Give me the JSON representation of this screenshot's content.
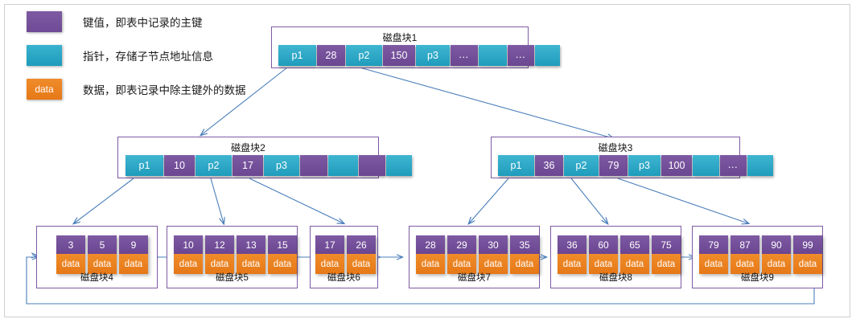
{
  "legend": {
    "items": [
      {
        "swatch": "key-color-swatch",
        "swatch_text": "",
        "color": "#7e5aa3",
        "label": "键值，即表中记录的主键"
      },
      {
        "swatch": "pointer-color-swatch",
        "swatch_text": "",
        "color": "#29abc8",
        "label": "指针，存储子节点地址信息"
      },
      {
        "swatch": "data-color-swatch",
        "swatch_text": "data",
        "color": "#ed8022",
        "label": "数据，即表记录中除主键外的数据"
      }
    ]
  },
  "colors": {
    "key": "#7e5aa3",
    "pointer": "#29abc8",
    "data": "#ed8022",
    "node_border": "#7e5aa3",
    "arrow": "#4a7ebb",
    "frame": "#d0d0d0"
  },
  "tree": {
    "root": {
      "title": "磁盘块1",
      "cells": [
        {
          "type": "ptr",
          "text": "p1"
        },
        {
          "type": "key",
          "text": "28"
        },
        {
          "type": "ptr",
          "text": "p2"
        },
        {
          "type": "key",
          "text": "150"
        },
        {
          "type": "ptr",
          "text": "p3"
        },
        {
          "type": "key",
          "text": "…"
        },
        {
          "type": "ptr",
          "text": ""
        },
        {
          "type": "key",
          "text": "…"
        },
        {
          "type": "ptr",
          "text": ""
        }
      ]
    },
    "internal": [
      {
        "title": "磁盘块2",
        "cells": [
          {
            "type": "ptr",
            "text": "p1"
          },
          {
            "type": "key",
            "text": "10"
          },
          {
            "type": "ptr",
            "text": "p2"
          },
          {
            "type": "key",
            "text": "17"
          },
          {
            "type": "ptr",
            "text": "p3"
          },
          {
            "type": "key",
            "text": ""
          },
          {
            "type": "ptr",
            "text": ""
          },
          {
            "type": "key",
            "text": ""
          },
          {
            "type": "ptr",
            "text": ""
          }
        ]
      },
      {
        "title": "磁盘块3",
        "cells": [
          {
            "type": "ptr",
            "text": "p1"
          },
          {
            "type": "key",
            "text": "36"
          },
          {
            "type": "ptr",
            "text": "p2"
          },
          {
            "type": "key",
            "text": "79"
          },
          {
            "type": "ptr",
            "text": "p3"
          },
          {
            "type": "key",
            "text": "100"
          },
          {
            "type": "ptr",
            "text": ""
          },
          {
            "type": "key",
            "text": "…"
          },
          {
            "type": "ptr",
            "text": ""
          }
        ]
      }
    ],
    "leaves": [
      {
        "title": "磁盘块4",
        "keys": [
          "3",
          "5",
          "9"
        ],
        "data_label": "data"
      },
      {
        "title": "磁盘块5",
        "keys": [
          "10",
          "12",
          "13",
          "15"
        ],
        "data_label": "data"
      },
      {
        "title": "磁盘块6",
        "keys": [
          "17",
          "26"
        ],
        "data_label": "data"
      },
      {
        "title": "磁盘块7",
        "keys": [
          "28",
          "29",
          "30",
          "35"
        ],
        "data_label": "data"
      },
      {
        "title": "磁盘块8",
        "keys": [
          "36",
          "60",
          "65",
          "75"
        ],
        "data_label": "data"
      },
      {
        "title": "磁盘块9",
        "keys": [
          "79",
          "87",
          "90",
          "99"
        ],
        "data_label": "data"
      }
    ]
  }
}
